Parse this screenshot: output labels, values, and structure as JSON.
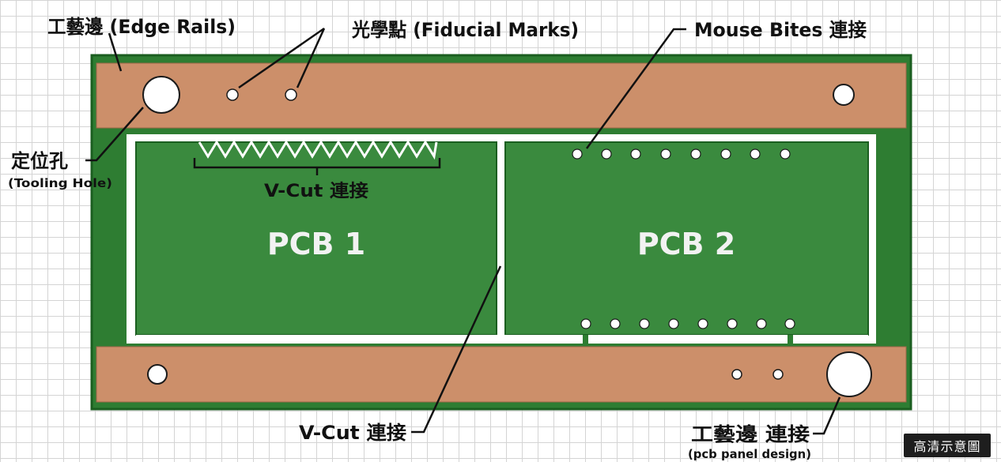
{
  "labels": {
    "edge_rails": "工藝邊 (Edge Rails)",
    "fiducial_marks": "光學點 (Fiducial Marks)",
    "mouse_bites": "Mouse Bites 連接",
    "tooling_hole_cn": "定位孔",
    "tooling_hole_en": "(Tooling Hole)",
    "vcut_top": "V-Cut 連接",
    "pcb1": "PCB 1",
    "pcb2": "PCB 2",
    "vcut_bottom": "V-Cut 連接",
    "edge_connect_cn": "工藝邊 連接",
    "edge_connect_en": "(pcb panel design)",
    "badge": "高清示意圖"
  },
  "colors": {
    "board": "#2e7d32",
    "board_dark": "#1b5e20",
    "rail": "#cc8f6a",
    "board_inner": "#3a8a3e",
    "hole": "#ffffff",
    "text": "#111111",
    "pcb_text": "#f2f2f2"
  }
}
